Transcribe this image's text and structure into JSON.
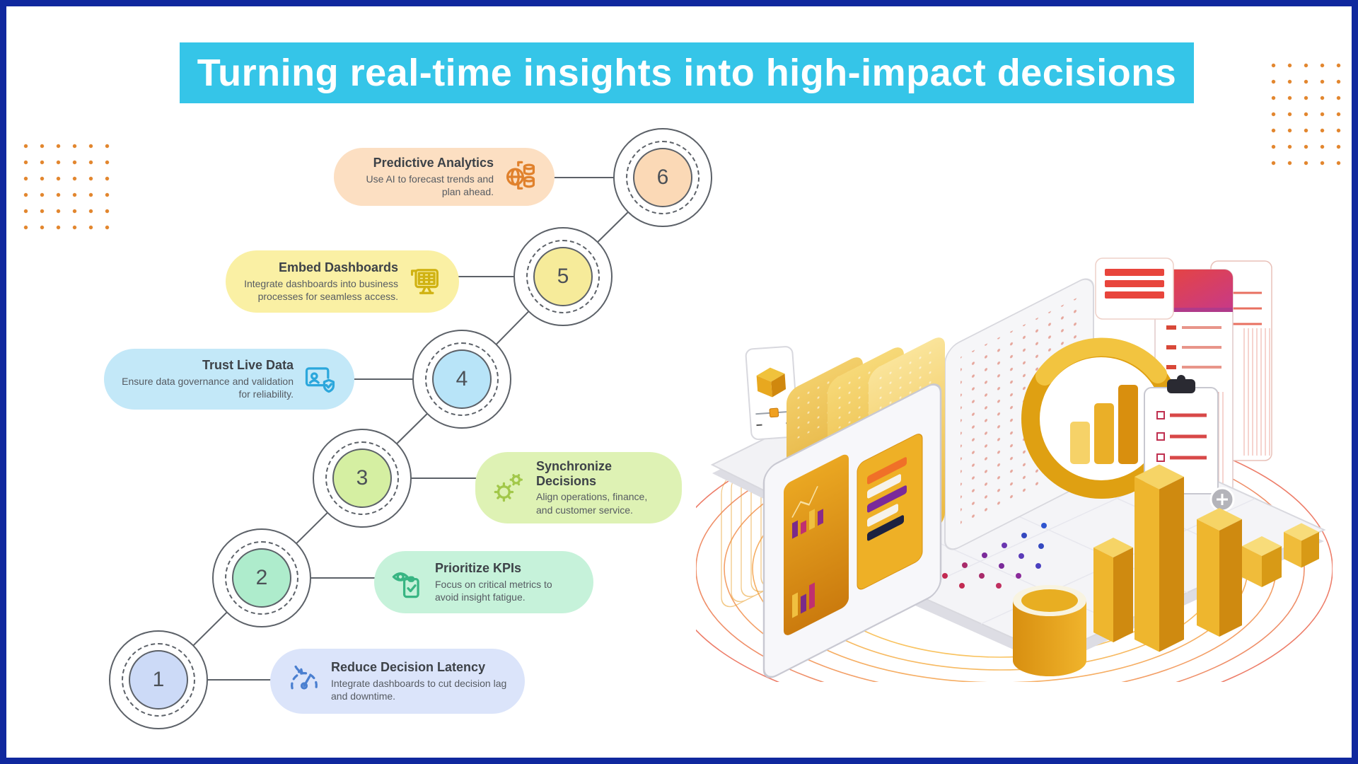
{
  "page": {
    "border_color": "#10289e",
    "background": "#ffffff"
  },
  "header": {
    "title": "Turning real-time insights into high-impact decisions",
    "bg_color": "#35c5e8",
    "text_color": "#ffffff"
  },
  "steps": [
    {
      "number": "1",
      "title": "Reduce Decision Latency",
      "description": "Integrate dashboards to cut decision lag and downtime.",
      "pill_color": "#dbe4fa",
      "circle_color": "#ccdaf7",
      "icon": "speedometer-icon",
      "icon_color": "#4a7fd0",
      "side": "right"
    },
    {
      "number": "2",
      "title": "Prioritize KPIs",
      "description": "Focus on critical metrics to avoid insight fatigue.",
      "pill_color": "#c6f2da",
      "circle_color": "#aeeccc",
      "icon": "eye-clipboard-icon",
      "icon_color": "#38b583",
      "side": "right"
    },
    {
      "number": "3",
      "title": "Synchronize Decisions",
      "description": "Align operations, finance, and customer service.",
      "pill_color": "#def2b4",
      "circle_color": "#d5efa2",
      "icon": "gears-icon",
      "icon_color": "#a2c84a",
      "side": "right"
    },
    {
      "number": "4",
      "title": "Trust Live Data",
      "description": "Ensure data governance and validation for reliability.",
      "pill_color": "#c3e8f8",
      "circle_color": "#b8e4f8",
      "icon": "id-shield-icon",
      "icon_color": "#2ba7dc",
      "side": "left"
    },
    {
      "number": "5",
      "title": "Embed Dashboards",
      "description": "Integrate dashboards into business processes for seamless access.",
      "pill_color": "#faf0a4",
      "circle_color": "#f6eb9a",
      "icon": "monitor-table-icon",
      "icon_color": "#d0b212",
      "side": "left"
    },
    {
      "number": "6",
      "title": "Predictive Analytics",
      "description": "Use AI to forecast trends and plan ahead.",
      "pill_color": "#fcdfc2",
      "circle_color": "#fbd9b6",
      "icon": "globe-database-icon",
      "icon_color": "#e0812c",
      "side": "left"
    }
  ],
  "illustration": {
    "name": "power-bi-isometric-illustration",
    "primary_gold": "#e8b02c",
    "accent_red": "#e8453c",
    "accent_purple": "#7a2a9a"
  },
  "decor": {
    "dot_grid_color": "#e2862e"
  }
}
